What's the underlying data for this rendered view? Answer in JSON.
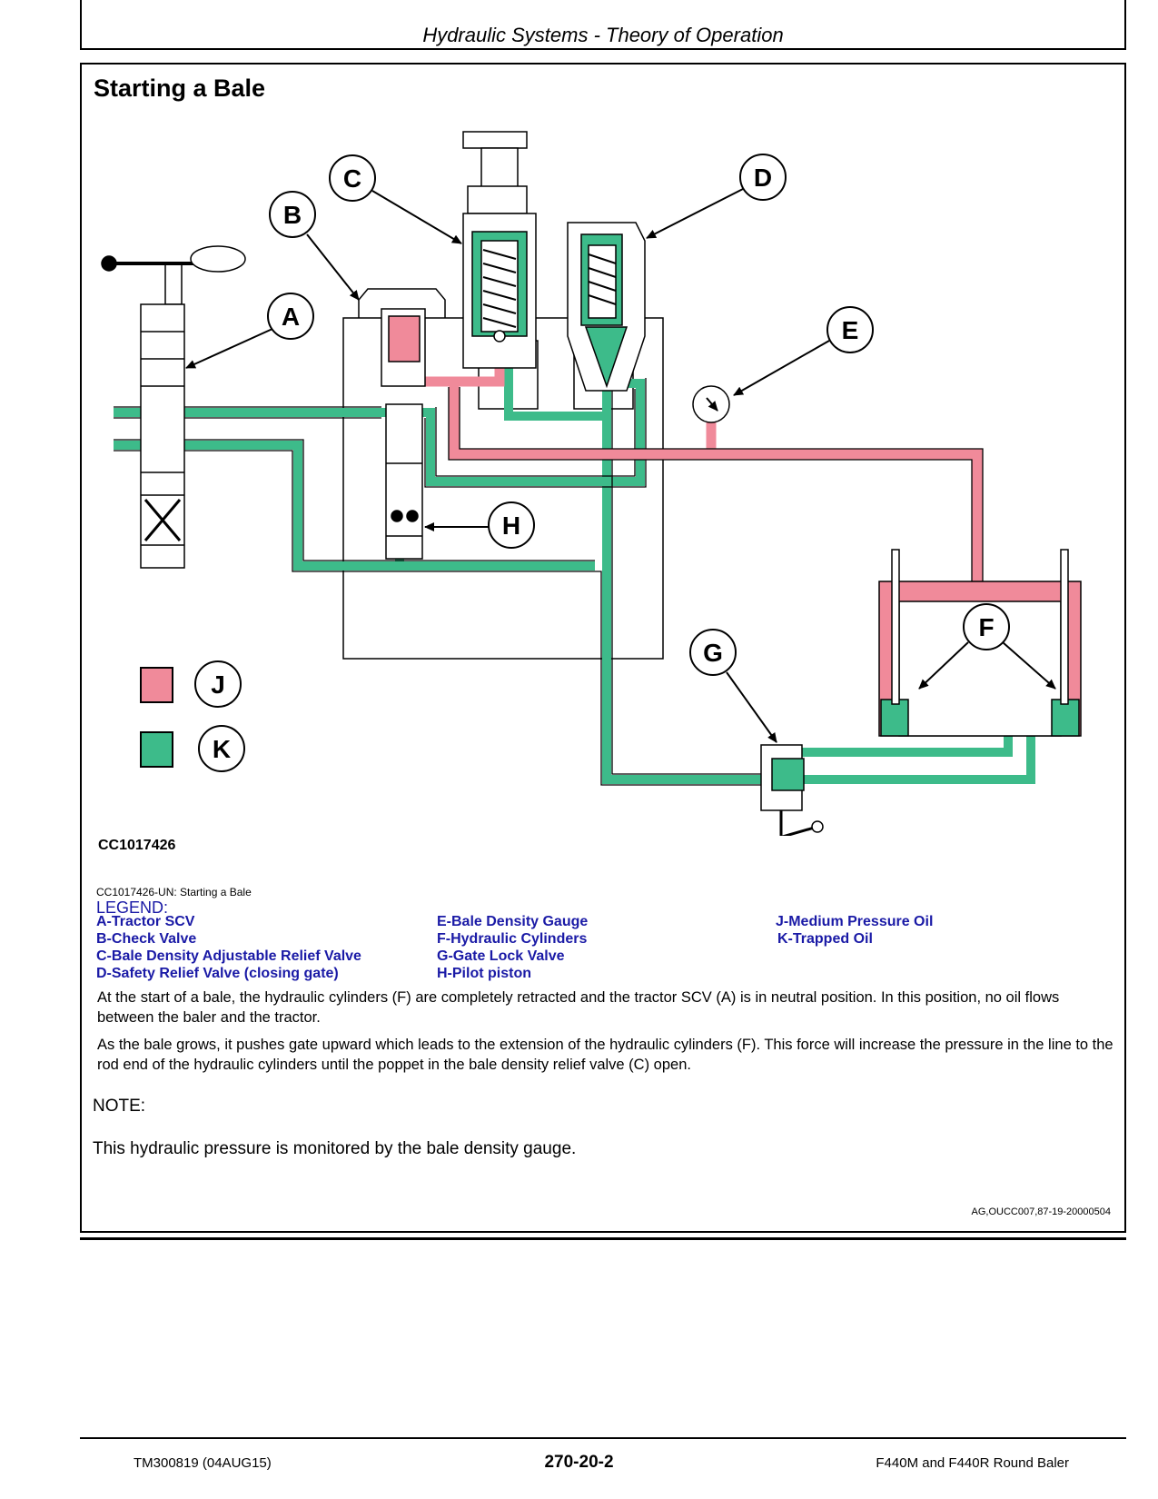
{
  "header": {
    "title": "Hydraulic Systems - Theory of Operation"
  },
  "section": {
    "title": "Starting a Bale"
  },
  "diagram": {
    "callouts": [
      "A",
      "B",
      "C",
      "D",
      "E",
      "F",
      "G",
      "H",
      "J",
      "K"
    ],
    "colors": {
      "medium_pressure": "#f08a9a",
      "trapped": "#3dbb8a",
      "outline": "#000000"
    },
    "figure_id": "CC1017426"
  },
  "caption": "CC1017426-UN: Starting a Bale",
  "legend": {
    "title": "LEGEND:",
    "items": [
      "A-Tractor SCV",
      "B-Check Valve",
      "C-Bale Density Adjustable Relief Valve",
      "D-Safety Relief Valve (closing gate)",
      "E-Bale Density Gauge",
      "F-Hydraulic Cylinders",
      "G-Gate Lock Valve",
      "H-Pilot piston",
      "J-Medium Pressure Oil",
      "K-Trapped Oil"
    ]
  },
  "paragraphs": [
    "At the start of a bale, the hydraulic cylinders (F) are completely retracted and the tractor SCV (A) is in neutral position. In this position, no oil flows between the baler and the tractor.",
    "As the bale grows, it pushes gate upward which leads to the extension of the hydraulic cylinders (F). This force will increase the pressure in the line to the rod end of the hydraulic cylinders until the poppet in the bale density relief valve (C) open."
  ],
  "note": {
    "label": "NOTE:",
    "text": "This hydraulic pressure is monitored by the bale density gauge."
  },
  "ref_code": "AG,OUCC007,87-19-20000504",
  "footer": {
    "left": "TM300819 (04AUG15)",
    "center": "270-20-2",
    "right": "F440M and F440R Round Baler"
  }
}
